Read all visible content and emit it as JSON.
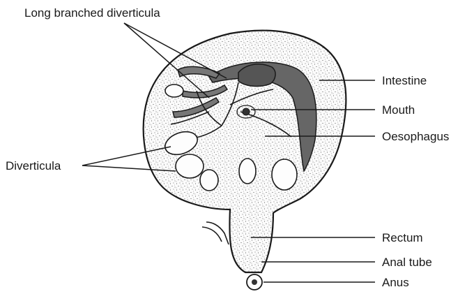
{
  "labels": {
    "long_branched_diverticula": "Long branched diverticula",
    "intestine": "Intestine",
    "mouth": "Mouth",
    "oesophagus": "Oesophagus",
    "diverticula": "Diverticula",
    "rectum": "Rectum",
    "anal_tube": "Anal tube",
    "anus": "Anus"
  },
  "colors": {
    "ink": "#1a1a1a",
    "background": "#ffffff",
    "stipple_fill": "#f4f4f4"
  }
}
